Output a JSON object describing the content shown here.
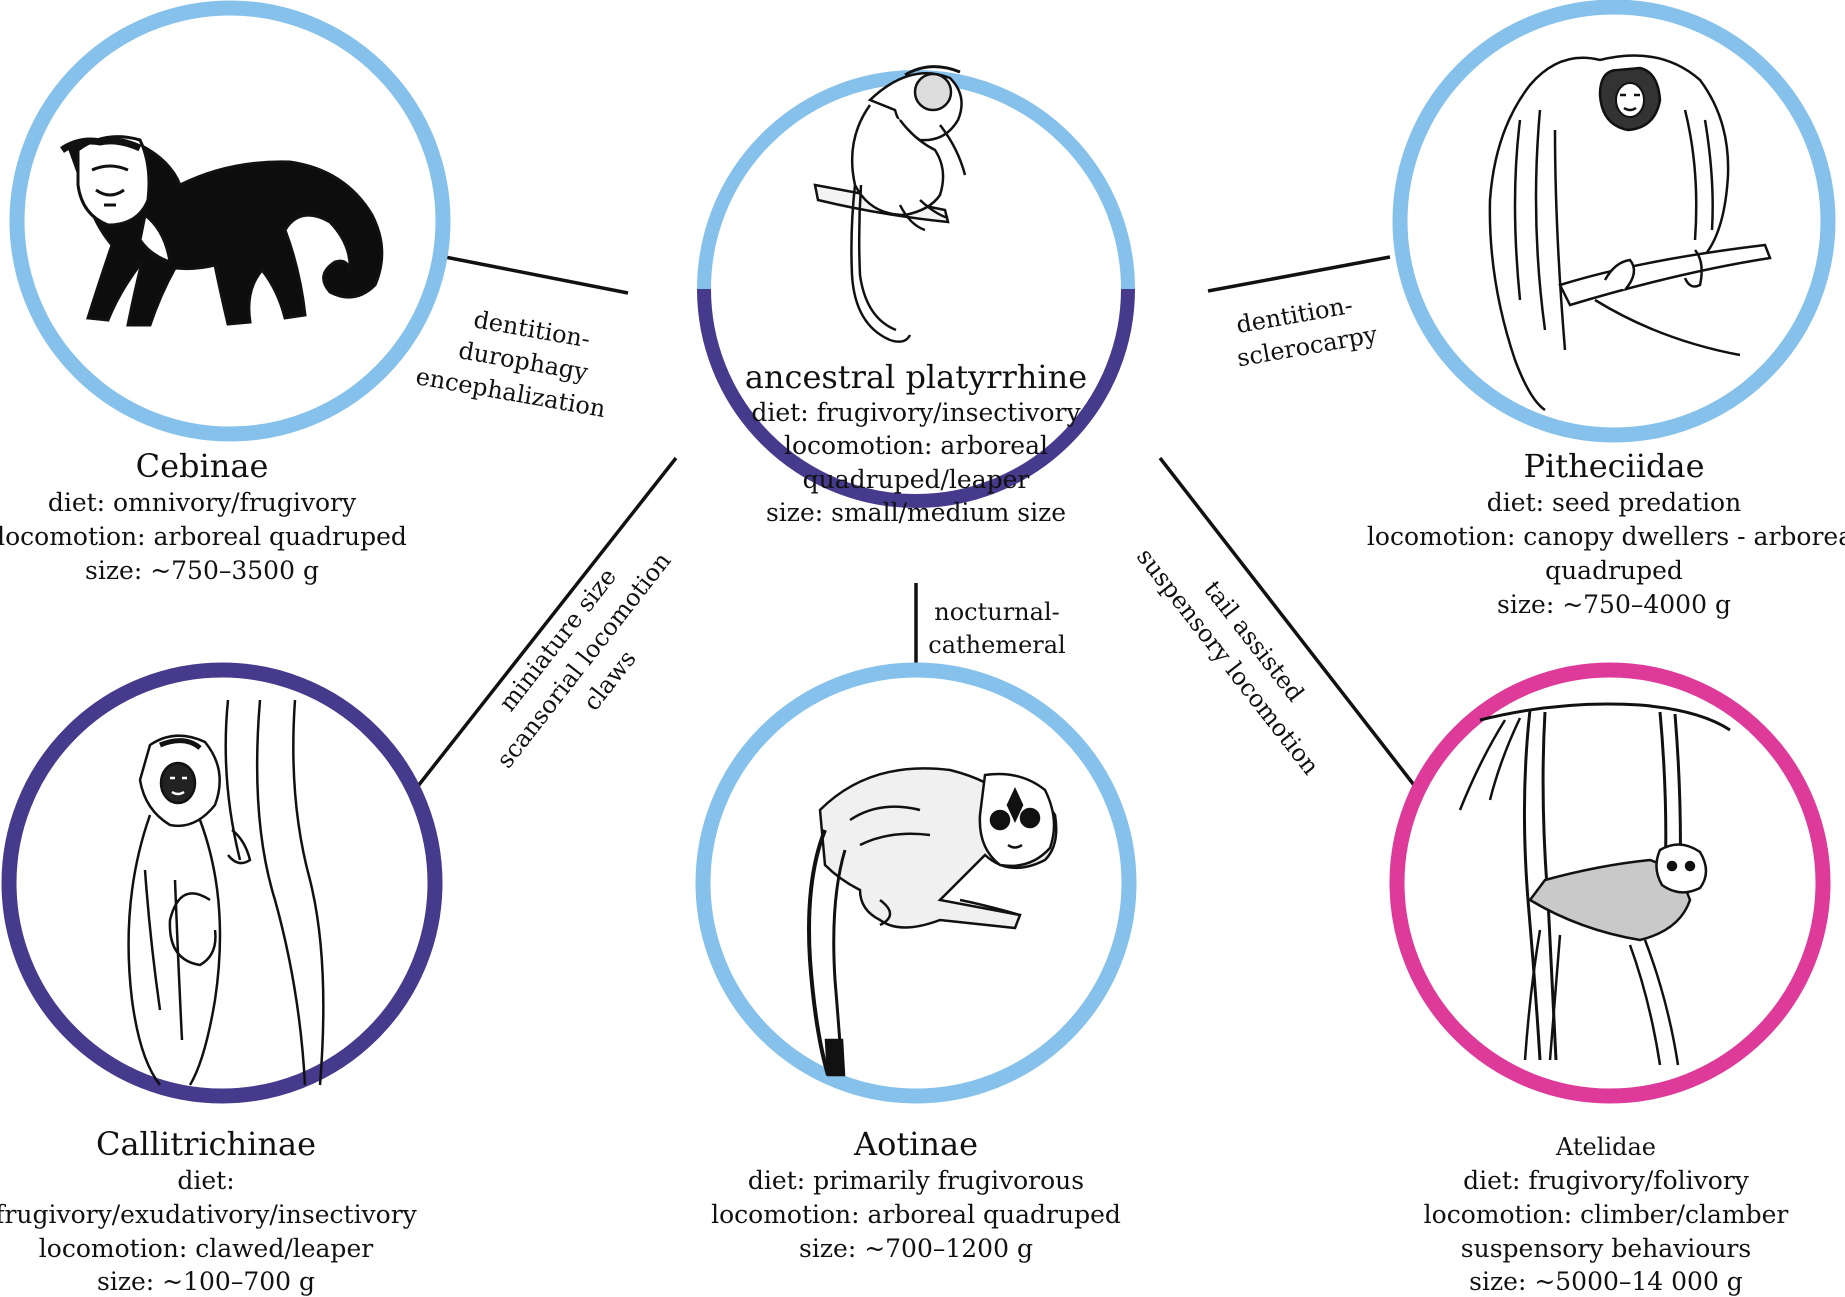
{
  "colors": {
    "light_blue": "#85c1ea",
    "dark_purple": "#463a8c",
    "magenta": "#dd3a9a",
    "line": "#111111"
  },
  "center": {
    "title": "ancestral platyrrhine",
    "lines": [
      "diet: frugivory/insectivory",
      "locomotion: arboreal",
      "quadruped/leaper",
      "size: small/medium size"
    ],
    "ring": "light-blue-top / dark-purple-bottom",
    "illustration": "ancestral-platyrrhine-drawing"
  },
  "groups": {
    "cebinae": {
      "title": "Cebinae",
      "lines": [
        "diet: omnivory/frugivory",
        "locomotion: arboreal quadruped",
        "size: ~750–3500 g"
      ],
      "ring": "light-blue",
      "illustration": "capuchin-monkey-drawing"
    },
    "pitheciidae": {
      "title": "Pitheciidae",
      "lines": [
        "diet: seed predation",
        "locomotion: canopy dwellers - arboreal",
        "quadruped",
        "size: ~750–4000 g"
      ],
      "ring": "light-blue",
      "illustration": "saki-monkey-drawing"
    },
    "callitrichinae": {
      "title": "Callitrichinae",
      "lines": [
        "diet:",
        "frugivory/exudativory/insectivory",
        "locomotion: clawed/leaper",
        "size: ~100–700 g"
      ],
      "ring": "dark-purple",
      "illustration": "tamarin-drawing"
    },
    "aotinae": {
      "title": "Aotinae",
      "lines": [
        "diet: primarily frugivorous",
        "locomotion: arboreal quadruped",
        "size: ~700–1200 g"
      ],
      "ring": "light-blue",
      "illustration": "owl-monkey-drawing"
    },
    "atelidae": {
      "title": "Atelidae",
      "lines": [
        "diet: frugivory/folivory",
        "locomotion: climber/clamber",
        "suspensory behaviours",
        "size: ~5000–14 000 g"
      ],
      "ring": "magenta",
      "illustration": "spider-monkey-drawing"
    }
  },
  "edges": {
    "cebinae": [
      "dentition-",
      "durophagy",
      "encephalization"
    ],
    "pitheciidae": [
      "dentition-",
      "sclerocarpy"
    ],
    "callitrichinae": [
      "miniature size",
      "scansorial locomotion",
      "claws"
    ],
    "aotinae": [
      "nocturnal-",
      "cathemeral"
    ],
    "atelidae": [
      "tail assisted",
      "suspensory locomotion"
    ]
  }
}
